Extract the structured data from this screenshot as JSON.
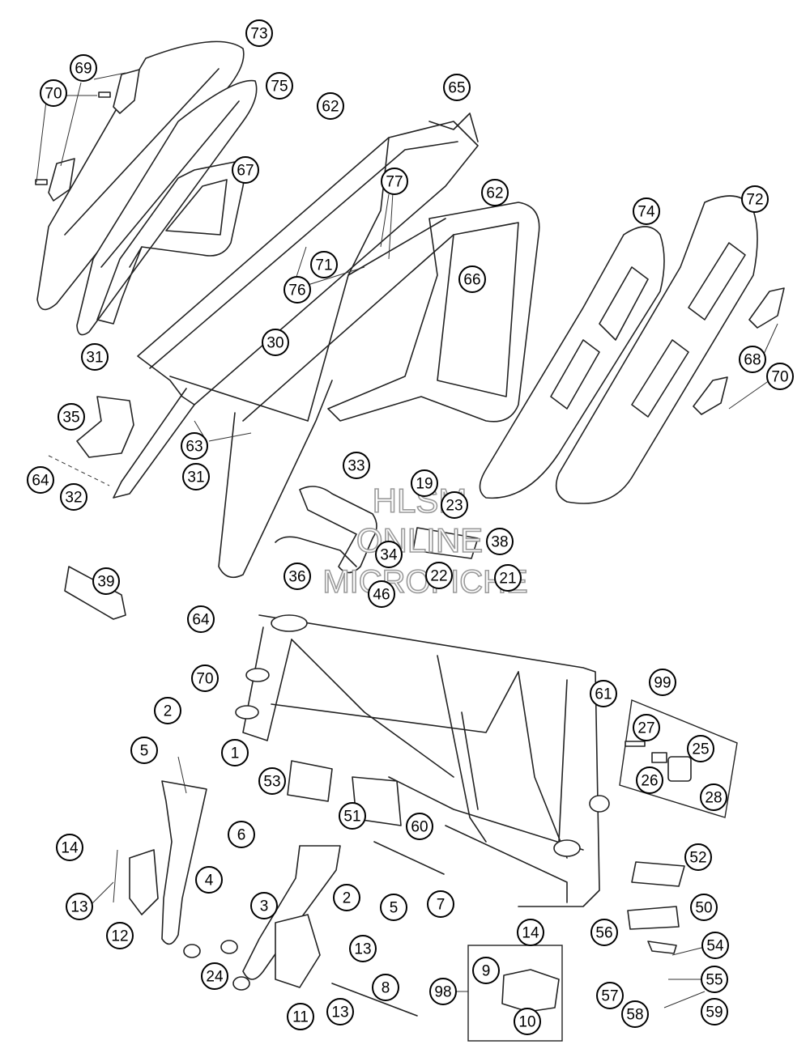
{
  "diagram": {
    "watermark": {
      "line1": "HLSM",
      "line2": "ONLINE",
      "line3": "MICROFICHE"
    },
    "callouts": [
      {
        "id": "c73",
        "label": "73"
      },
      {
        "id": "c69",
        "label": "69"
      },
      {
        "id": "c70a",
        "label": "70"
      },
      {
        "id": "c75",
        "label": "75"
      },
      {
        "id": "c62a",
        "label": "62"
      },
      {
        "id": "c65",
        "label": "65"
      },
      {
        "id": "c67",
        "label": "67"
      },
      {
        "id": "c77",
        "label": "77"
      },
      {
        "id": "c62b",
        "label": "62"
      },
      {
        "id": "c72",
        "label": "72"
      },
      {
        "id": "c74",
        "label": "74"
      },
      {
        "id": "c71",
        "label": "71"
      },
      {
        "id": "c66",
        "label": "66"
      },
      {
        "id": "c76",
        "label": "76"
      },
      {
        "id": "c30",
        "label": "30"
      },
      {
        "id": "c31a",
        "label": "31"
      },
      {
        "id": "c68",
        "label": "68"
      },
      {
        "id": "c70b",
        "label": "70"
      },
      {
        "id": "c35",
        "label": "35"
      },
      {
        "id": "c63",
        "label": "63"
      },
      {
        "id": "c33",
        "label": "33"
      },
      {
        "id": "c64a",
        "label": "64"
      },
      {
        "id": "c32",
        "label": "32"
      },
      {
        "id": "c31b",
        "label": "31"
      },
      {
        "id": "c19",
        "label": "19"
      },
      {
        "id": "c23",
        "label": "23"
      },
      {
        "id": "c38",
        "label": "38"
      },
      {
        "id": "c39",
        "label": "39"
      },
      {
        "id": "c34",
        "label": "34"
      },
      {
        "id": "c36",
        "label": "36"
      },
      {
        "id": "c22",
        "label": "22"
      },
      {
        "id": "c21",
        "label": "21"
      },
      {
        "id": "c46",
        "label": "46"
      },
      {
        "id": "c64b",
        "label": "64"
      },
      {
        "id": "c70c",
        "label": "70"
      },
      {
        "id": "c99",
        "label": "99"
      },
      {
        "id": "c61",
        "label": "61"
      },
      {
        "id": "c2a",
        "label": "2"
      },
      {
        "id": "c27",
        "label": "27"
      },
      {
        "id": "c1",
        "label": "1"
      },
      {
        "id": "c25",
        "label": "25"
      },
      {
        "id": "c5a",
        "label": "5"
      },
      {
        "id": "c26",
        "label": "26"
      },
      {
        "id": "c28",
        "label": "28"
      },
      {
        "id": "c53",
        "label": "53"
      },
      {
        "id": "c51",
        "label": "51"
      },
      {
        "id": "c60",
        "label": "60"
      },
      {
        "id": "c6",
        "label": "6"
      },
      {
        "id": "c14a",
        "label": "14"
      },
      {
        "id": "c52",
        "label": "52"
      },
      {
        "id": "c4",
        "label": "4"
      },
      {
        "id": "c3",
        "label": "3"
      },
      {
        "id": "c2b",
        "label": "2"
      },
      {
        "id": "c5b",
        "label": "5"
      },
      {
        "id": "c7",
        "label": "7"
      },
      {
        "id": "c13a",
        "label": "13"
      },
      {
        "id": "c50",
        "label": "50"
      },
      {
        "id": "c12",
        "label": "12"
      },
      {
        "id": "c14b",
        "label": "14"
      },
      {
        "id": "c56",
        "label": "56"
      },
      {
        "id": "c54",
        "label": "54"
      },
      {
        "id": "c24",
        "label": "24"
      },
      {
        "id": "c13b",
        "label": "13"
      },
      {
        "id": "c9",
        "label": "9"
      },
      {
        "id": "c55",
        "label": "55"
      },
      {
        "id": "c8",
        "label": "8"
      },
      {
        "id": "c98",
        "label": "98"
      },
      {
        "id": "c57",
        "label": "57"
      },
      {
        "id": "c11",
        "label": "11"
      },
      {
        "id": "c13c",
        "label": "13"
      },
      {
        "id": "c10",
        "label": "10"
      },
      {
        "id": "c58",
        "label": "58"
      },
      {
        "id": "c59",
        "label": "59"
      }
    ]
  }
}
